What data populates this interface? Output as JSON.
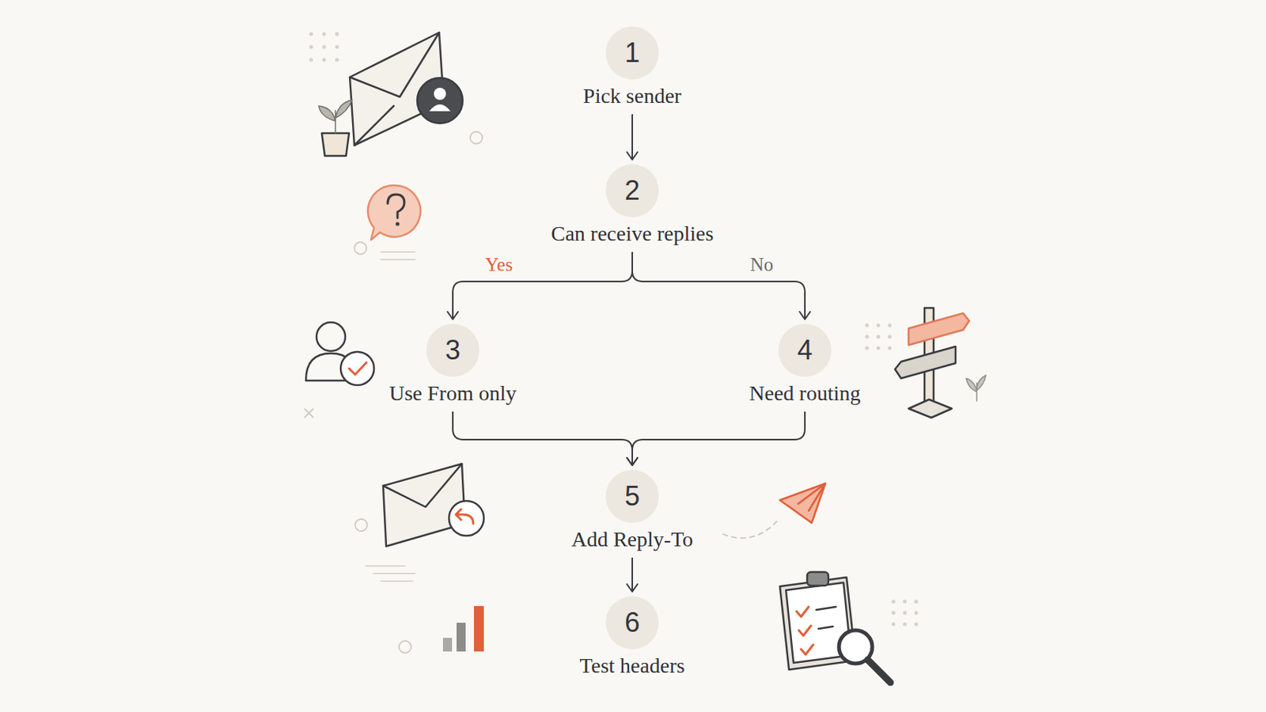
{
  "diagram": {
    "nodes": [
      {
        "text": [
          "1",
          "Pick sender"
        ]
      },
      {
        "text": [
          "2",
          "Can receive replies"
        ]
      },
      {
        "text": [
          "3",
          "Use From only"
        ]
      },
      {
        "text": [
          "4",
          "Need routing"
        ]
      },
      {
        "text": [
          "5",
          "Add Reply-To"
        ]
      },
      {
        "text": [
          "6",
          "Test headers"
        ]
      }
    ],
    "edges": [
      {
        "from": 0,
        "to": 1,
        "arrow": "to"
      },
      {
        "from": 1,
        "to": 2,
        "label": "Yes",
        "arrow": "to"
      },
      {
        "from": 1,
        "to": 3,
        "label": "No",
        "arrow": "to"
      },
      {
        "from": 2,
        "to": 4,
        "arrow": "to"
      },
      {
        "from": 3,
        "to": 4,
        "arrow": "to"
      },
      {
        "from": 4,
        "to": 5,
        "arrow": "to"
      }
    ]
  }
}
